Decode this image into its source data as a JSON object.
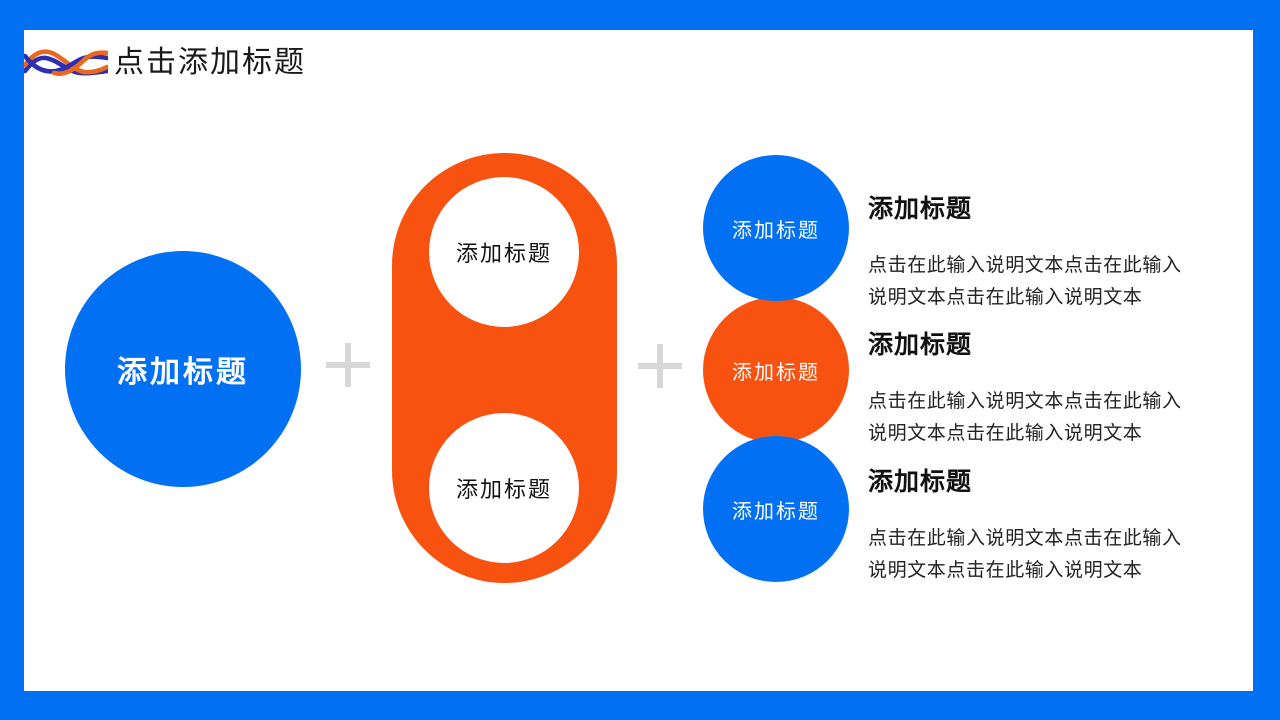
{
  "page": {
    "type": "presentation-slide",
    "frame_color": "#0170F2",
    "canvas_color": "#FFFFFF"
  },
  "header": {
    "title": "点击添加标题",
    "logo_icon": "intertwined-ribbons-logo",
    "logo_colors": {
      "orange": "#EB671E",
      "navy": "#2B2FB0"
    }
  },
  "colors": {
    "accent_blue": "#0170F2",
    "accent_orange": "#F85210",
    "plus_gray": "#D8D8D8",
    "text_dark": "#1A1A1A"
  },
  "diagram": {
    "left_circle": {
      "label": "添加标题",
      "color": "#0170F2"
    },
    "separator_icon": "plus",
    "capsule": {
      "color": "#F85210",
      "top_circle_label": "添加标题",
      "bottom_circle_label": "添加标题"
    },
    "right_items": [
      {
        "circle_label": "添加标题",
        "circle_color": "#0170F2",
        "heading": "添加标题",
        "body_line1": "点击在此输入说明文本点击在此输入",
        "body_line2": "说明文本点击在此输入说明文本"
      },
      {
        "circle_label": "添加标题",
        "circle_color": "#F85210",
        "heading": "添加标题",
        "body_line1": "点击在此输入说明文本点击在此输入",
        "body_line2": "说明文本点击在此输入说明文本"
      },
      {
        "circle_label": "添加标题",
        "circle_color": "#0170F2",
        "heading": "添加标题",
        "body_line1": "点击在此输入说明文本点击在此输入",
        "body_line2": "说明文本点击在此输入说明文本"
      }
    ]
  }
}
